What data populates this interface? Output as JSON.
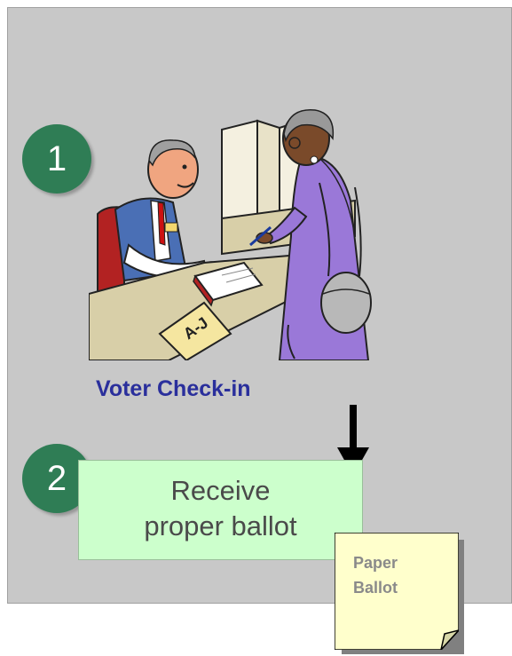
{
  "steps": [
    {
      "number": "1"
    },
    {
      "number": "2"
    }
  ],
  "checkin": {
    "label": "Voter Check-in",
    "table_sign": "A-J"
  },
  "ballot_box": {
    "line1": "Receive",
    "line2": "proper ballot"
  },
  "note": {
    "line1": "Paper",
    "line2": "Ballot"
  },
  "colors": {
    "panel": "#c8c8c8",
    "step_circle": "#2f7d55",
    "checkin_label": "#2a2f9c",
    "ballot_box": "#ccffcc",
    "note": "#ffffcc"
  },
  "icons": {
    "illustration": "poll-worker-voter-checkin-illustration",
    "arrow": "down-arrow-icon"
  }
}
